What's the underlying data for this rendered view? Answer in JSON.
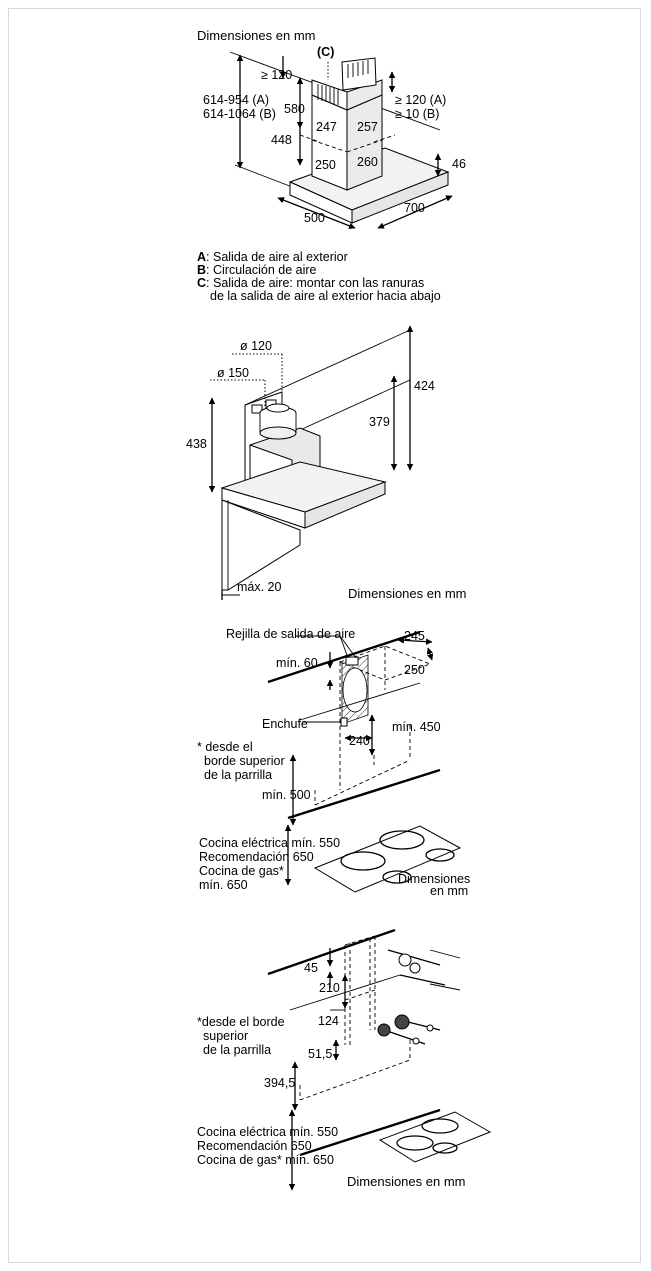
{
  "diagram1": {
    "header": "Dimensiones en mm",
    "dims": {
      "height_a": "614-954 (A)",
      "height_b": "614-1064 (B)",
      "top_min": "≥ 120",
      "top_min_a": "≥ 120 (A)",
      "top_min_b": "≥ 10 (B)",
      "duct_height": "580",
      "duct_lower": "448",
      "duct_w1": "247",
      "duct_w2": "257",
      "duct_w3": "250",
      "duct_w4": "260",
      "hood_thickness": "46",
      "hood_width": "500",
      "hood_depth": "700",
      "label_c": "(C)"
    },
    "legend": [
      {
        "key": "A",
        "text": ": Salida de aire al exterior"
      },
      {
        "key": "B",
        "text": ": Circulación de aire"
      },
      {
        "key": "C",
        "text": ": Salida de aire: montar con las ranuras"
      },
      {
        "key": "",
        "text": "de la salida de aire al exterior hacia abajo"
      }
    ]
  },
  "diagram2": {
    "dims": {
      "d120": "ø 120",
      "d150": "ø 150",
      "h438": "438",
      "h424": "424",
      "h379": "379",
      "max20": "máx. 20"
    },
    "footer": "Dimensiones en mm"
  },
  "diagram3": {
    "labels": {
      "grille": "Rejilla de salida de aire",
      "socket": "Enchufe",
      "note1": "* desde el",
      "note2": "borde superior",
      "note3": "de la parrilla",
      "electric": "Cocina eléctrica mín. 550",
      "recommend": "Recomendación 650",
      "gas": "Cocina de gas*",
      "gas_min": "mín. 650",
      "units1": "Dimensiones",
      "units2": "en mm"
    },
    "dims": {
      "min60": "mín. 60",
      "d245": "245",
      "d250": "250",
      "d240": "240",
      "min450": "mín. 450",
      "min500": "mín. 500"
    }
  },
  "diagram4": {
    "labels": {
      "note1": "*desde el borde",
      "note2": "superior",
      "note3": "de la parrilla",
      "electric": "Cocina eléctrica mín. 550",
      "recommend": "Recomendación 650",
      "gas": "Cocina de gas* mín. 650",
      "footer": "Dimensiones en mm"
    },
    "dims": {
      "d45": "45",
      "d210": "210",
      "d124": "124",
      "d51": "51,5",
      "d394": "394,5"
    }
  }
}
